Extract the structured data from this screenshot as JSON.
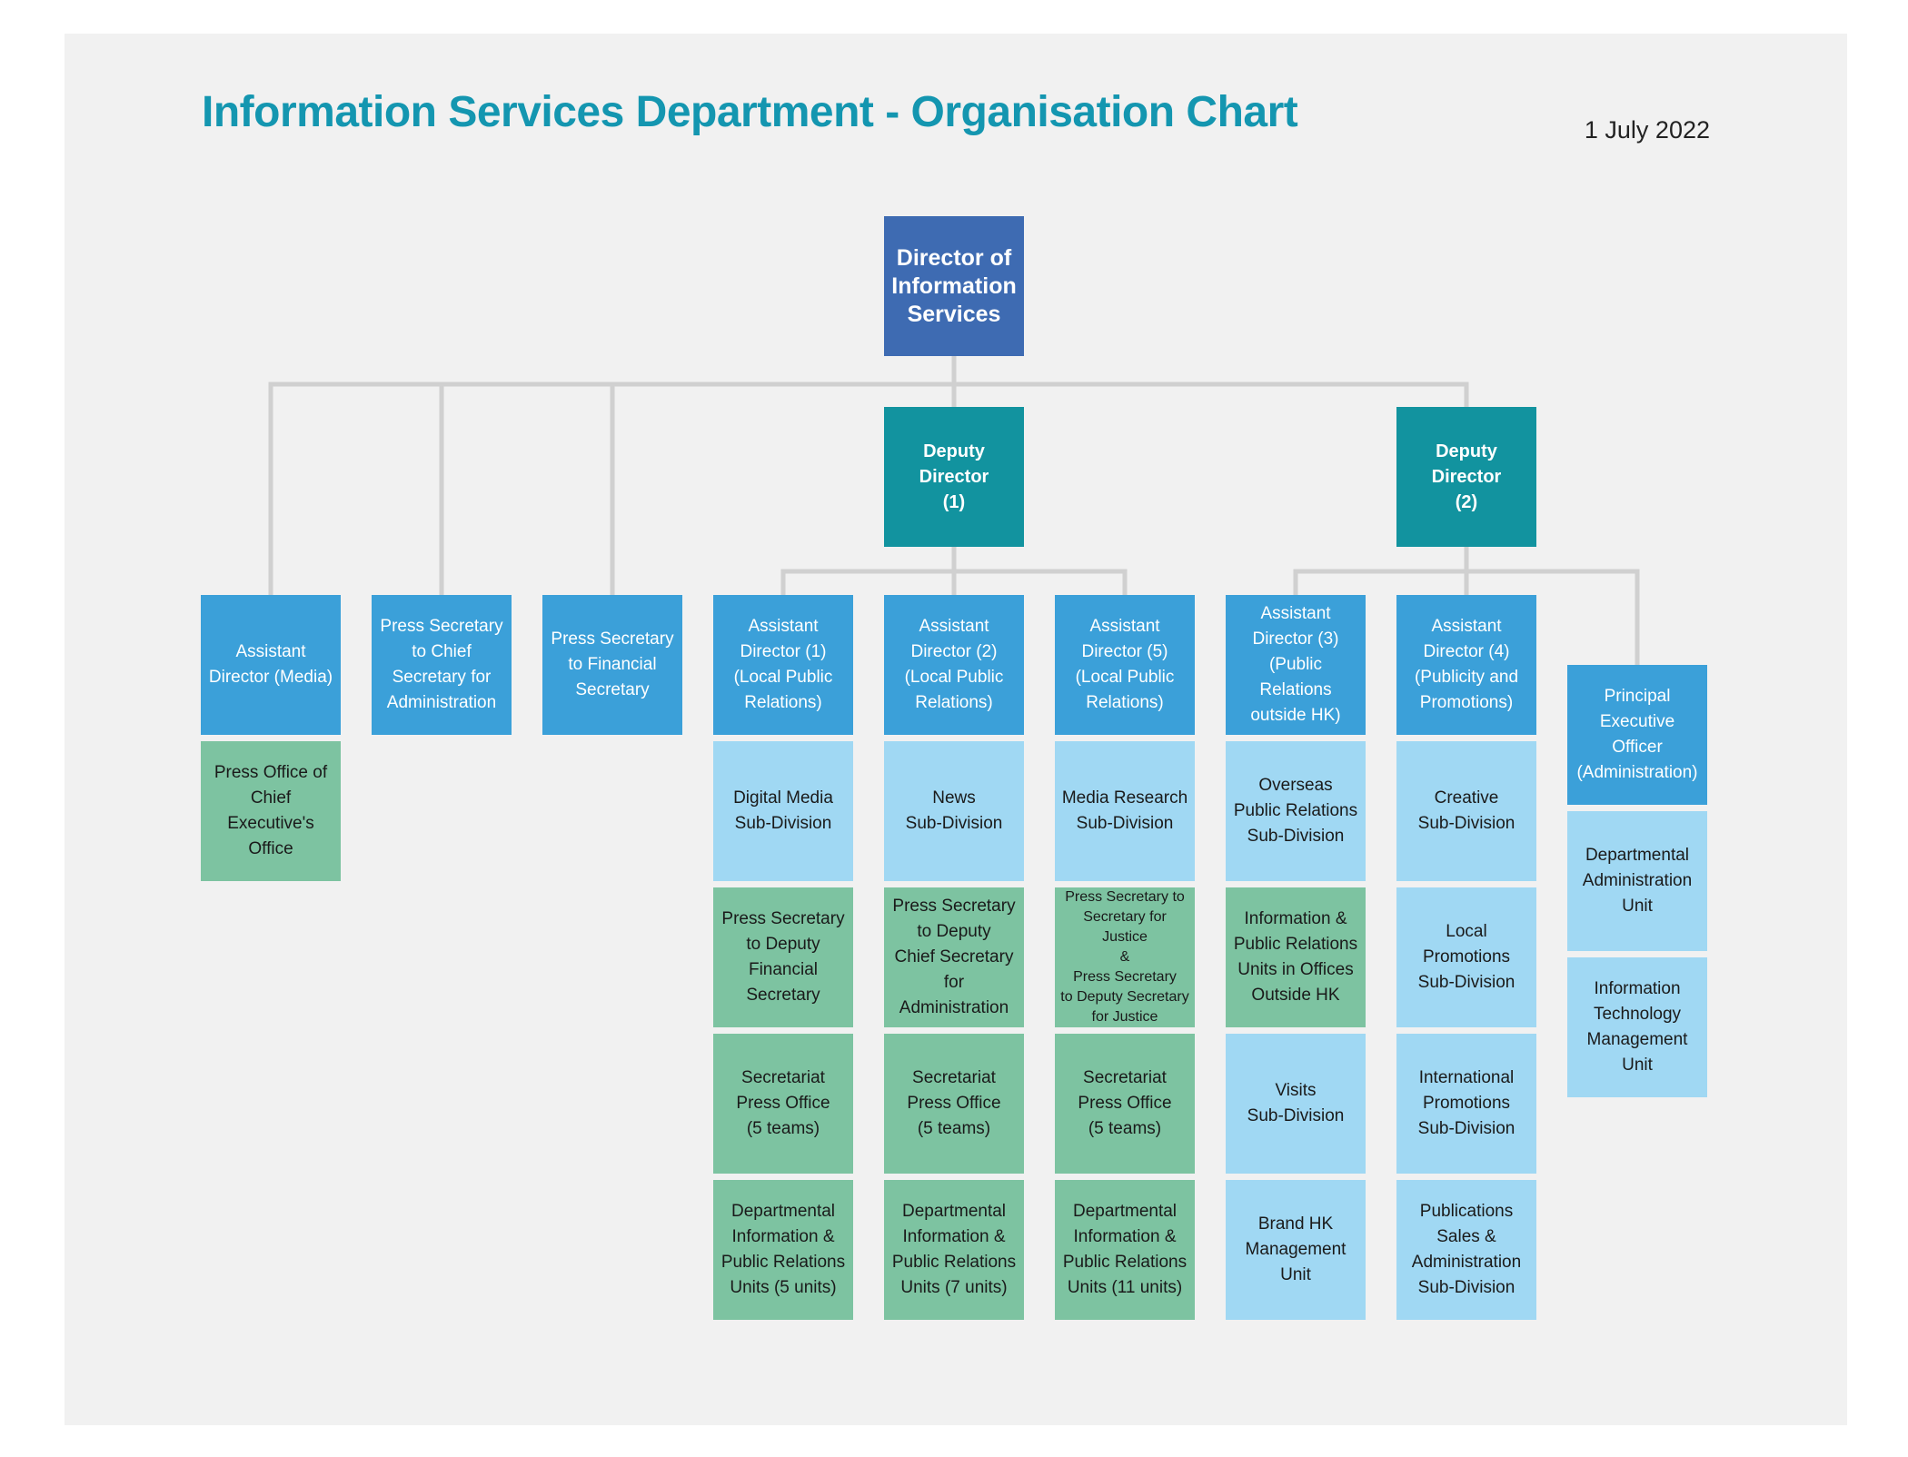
{
  "header": {
    "title": "Information Services Department - Organisation Chart",
    "date": "1 July 2022"
  },
  "colors": {
    "title": "#1496b0",
    "director": "#3e6bb2",
    "deputy": "#12939f",
    "division_head": "#3ba0d9",
    "sub_division": "#a0d8f3",
    "press_office": "#7dc3a1",
    "connector": "#d0d0d0",
    "background": "#f1f1f1"
  },
  "director": "Director of\nInformation\nServices",
  "deputies": {
    "d1": "Deputy Director\n(1)",
    "d2": "Deputy Director\n(2)"
  },
  "columns": {
    "ad_media": {
      "head": "Assistant\nDirector (Media)",
      "units": [
        "Press Office of\nChief Executive's\nOffice"
      ]
    },
    "ps_cs": {
      "head": "Press Secretary\nto Chief\nSecretary for\nAdministration"
    },
    "ps_fs": {
      "head": "Press Secretary\nto Financial\nSecretary"
    },
    "ad1": {
      "head": "Assistant\nDirector (1)\n(Local Public\nRelations)",
      "units": [
        "Digital Media\nSub-Division",
        "Press Secretary\nto Deputy\nFinancial\nSecretary",
        "Secretariat\nPress Office\n(5 teams)",
        "Departmental\nInformation &\nPublic Relations\nUnits (5 units)"
      ]
    },
    "ad2": {
      "head": "Assistant\nDirector (2)\n(Local Public\nRelations)",
      "units": [
        "News\nSub-Division",
        "Press Secretary\nto Deputy\nChief Secretary\nfor Administration",
        "Secretariat\nPress Office\n(5 teams)",
        "Departmental\nInformation &\nPublic Relations\nUnits (7 units)"
      ]
    },
    "ad5": {
      "head": "Assistant\nDirector (5)\n(Local Public\nRelations)",
      "units": [
        "Media Research\nSub-Division",
        "Press Secretary to\nSecretary for Justice\n&\nPress Secretary\nto Deputy Secretary\nfor Justice",
        "Secretariat\nPress Office\n(5 teams)",
        "Departmental\nInformation &\nPublic Relations\nUnits (11 units)"
      ]
    },
    "ad3": {
      "head": "Assistant\nDirector (3)\n(Public Relations\noutside HK)",
      "units": [
        "Overseas\nPublic Relations\nSub-Division",
        "Information &\nPublic Relations\nUnits in Offices\nOutside HK",
        "Visits\nSub-Division",
        "Brand HK\nManagement\nUnit"
      ]
    },
    "ad4": {
      "head": "Assistant\nDirector (4)\n(Publicity and\nPromotions)",
      "units": [
        "Creative\nSub-Division",
        "Local\nPromotions\nSub-Division",
        "International\nPromotions\nSub-Division",
        "Publications\nSales &\nAdministration\nSub-Division"
      ]
    },
    "peo": {
      "head": "Principal\nExecutive Officer\n(Administration)",
      "units": [
        "Departmental\nAdministration\nUnit",
        "Information\nTechnology\nManagement\nUnit"
      ]
    }
  }
}
